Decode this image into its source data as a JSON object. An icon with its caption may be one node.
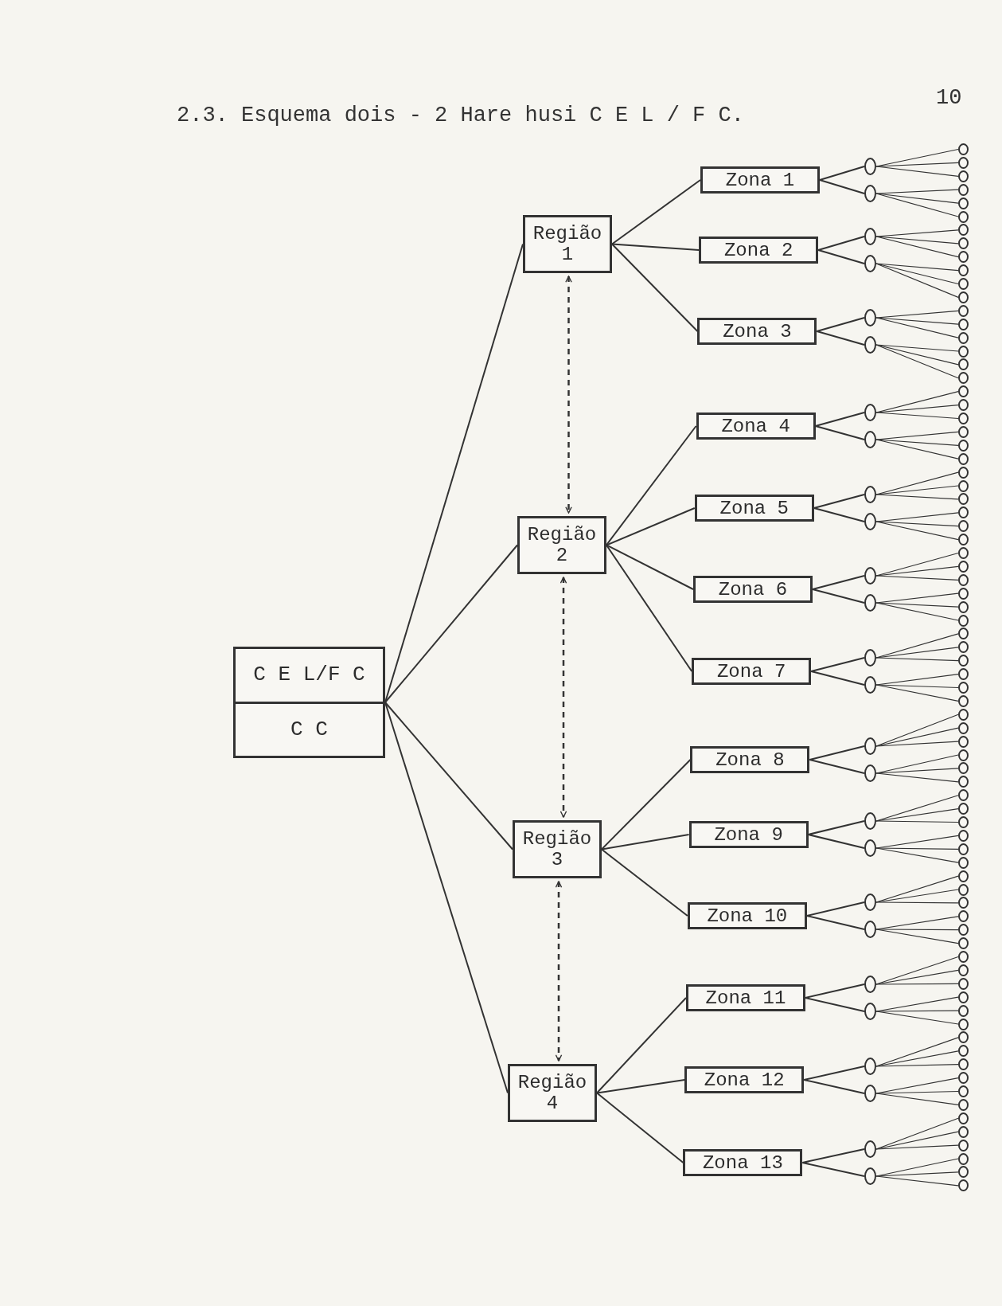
{
  "diagram": {
    "title": "2.3. Esquema dois - 2 Hare husi C E L / F C.",
    "nodes": [
      {
        "text": [
          "C E L/F C",
          "C C"
        ]
      },
      {
        "text": [
          "Região 1"
        ]
      },
      {
        "text": [
          "Região 2"
        ]
      },
      {
        "text": [
          "Região 3"
        ]
      },
      {
        "text": [
          "Região 4"
        ]
      },
      {
        "text": [
          "Zona 1"
        ]
      },
      {
        "text": [
          "Zona 2"
        ]
      },
      {
        "text": [
          "Zona 3"
        ]
      },
      {
        "text": [
          "Zona 4"
        ]
      },
      {
        "text": [
          "Zona 5"
        ]
      },
      {
        "text": [
          "Zona 6"
        ]
      },
      {
        "text": [
          "Zona 7"
        ]
      },
      {
        "text": [
          "Zona 8"
        ]
      },
      {
        "text": [
          "Zona 9"
        ]
      },
      {
        "text": [
          "Zona 10"
        ]
      },
      {
        "text": [
          "Zona 11"
        ]
      },
      {
        "text": [
          "Zona 12"
        ]
      },
      {
        "text": [
          "Zona 13"
        ]
      },
      {
        "text": [],
        "shape": "circle"
      },
      {
        "text": [],
        "shape": "circle"
      },
      {
        "text": [],
        "shape": "circle"
      },
      {
        "text": [],
        "shape": "circle"
      },
      {
        "text": [],
        "shape": "circle"
      },
      {
        "text": [],
        "shape": "circle"
      },
      {
        "text": [],
        "shape": "circle"
      },
      {
        "text": [],
        "shape": "circle"
      },
      {
        "text": [],
        "shape": "circle"
      },
      {
        "text": [],
        "shape": "circle"
      },
      {
        "text": [],
        "shape": "circle"
      },
      {
        "text": [],
        "shape": "circle"
      },
      {
        "text": [],
        "shape": "circle"
      },
      {
        "text": [],
        "shape": "circle"
      },
      {
        "text": [],
        "shape": "circle"
      },
      {
        "text": [],
        "shape": "circle"
      },
      {
        "text": [],
        "shape": "circle"
      },
      {
        "text": [],
        "shape": "circle"
      },
      {
        "text": [],
        "shape": "circle"
      },
      {
        "text": [],
        "shape": "circle"
      },
      {
        "text": [],
        "shape": "circle"
      },
      {
        "text": [],
        "shape": "circle"
      },
      {
        "text": [],
        "shape": "circle"
      },
      {
        "text": [],
        "shape": "circle"
      },
      {
        "text": [],
        "shape": "circle"
      },
      {
        "text": [],
        "shape": "circle"
      },
      {
        "text": [],
        "shape": "circle"
      },
      {
        "text": [],
        "shape": "circle"
      },
      {
        "text": [],
        "shape": "circle"
      },
      {
        "text": [],
        "shape": "circle"
      },
      {
        "text": [],
        "shape": "circle"
      },
      {
        "text": [],
        "shape": "circle"
      },
      {
        "text": [],
        "shape": "circle"
      },
      {
        "text": [],
        "shape": "circle"
      },
      {
        "text": [],
        "shape": "circle"
      },
      {
        "text": [],
        "shape": "circle"
      },
      {
        "text": [],
        "shape": "circle"
      },
      {
        "text": [],
        "shape": "circle"
      },
      {
        "text": [],
        "shape": "circle"
      },
      {
        "text": [],
        "shape": "circle"
      },
      {
        "text": [],
        "shape": "circle"
      },
      {
        "text": [],
        "shape": "circle"
      },
      {
        "text": [],
        "shape": "circle"
      },
      {
        "text": [],
        "shape": "circle"
      },
      {
        "text": [],
        "shape": "circle"
      },
      {
        "text": [],
        "shape": "circle"
      },
      {
        "text": [],
        "shape": "circle"
      },
      {
        "text": [],
        "shape": "circle"
      },
      {
        "text": [],
        "shape": "circle"
      },
      {
        "text": [],
        "shape": "circle"
      },
      {
        "text": [],
        "shape": "circle"
      },
      {
        "text": [],
        "shape": "circle"
      },
      {
        "text": [],
        "shape": "circle"
      },
      {
        "text": [],
        "shape": "circle"
      },
      {
        "text": [],
        "shape": "circle"
      },
      {
        "text": [],
        "shape": "circle"
      },
      {
        "text": [],
        "shape": "circle"
      },
      {
        "text": [],
        "shape": "circle"
      },
      {
        "text": [],
        "shape": "circle"
      },
      {
        "text": [],
        "shape": "circle"
      },
      {
        "text": [],
        "shape": "circle"
      },
      {
        "text": [],
        "shape": "circle"
      },
      {
        "text": [],
        "shape": "circle"
      },
      {
        "text": [],
        "shape": "circle"
      },
      {
        "text": [],
        "shape": "circle"
      },
      {
        "text": [],
        "shape": "circle"
      },
      {
        "text": [],
        "shape": "circle"
      },
      {
        "text": [],
        "shape": "circle"
      },
      {
        "text": [],
        "shape": "circle"
      },
      {
        "text": [],
        "shape": "circle"
      },
      {
        "text": [],
        "shape": "circle"
      },
      {
        "text": [],
        "shape": "circle"
      },
      {
        "text": [],
        "shape": "circle"
      },
      {
        "text": [],
        "shape": "circle"
      },
      {
        "text": [],
        "shape": "circle"
      },
      {
        "text": [],
        "shape": "circle"
      },
      {
        "text": [],
        "shape": "circle"
      },
      {
        "text": [],
        "shape": "circle"
      },
      {
        "text": [],
        "shape": "circle"
      },
      {
        "text": [],
        "shape": "circle"
      },
      {
        "text": [],
        "shape": "circle"
      },
      {
        "text": [],
        "shape": "circle"
      },
      {
        "text": [],
        "shape": "circle"
      },
      {
        "text": [],
        "shape": "circle"
      },
      {
        "text": [],
        "shape": "circle"
      },
      {
        "text": [],
        "shape": "circle"
      },
      {
        "text": [],
        "shape": "circle"
      },
      {
        "text": [],
        "shape": "circle"
      },
      {
        "text": [],
        "shape": "circle"
      },
      {
        "text": [],
        "shape": "circle"
      },
      {
        "text": [],
        "shape": "circle"
      },
      {
        "text": [],
        "shape": "circle"
      },
      {
        "text": [],
        "shape": "circle"
      },
      {
        "text": [],
        "shape": "circle"
      },
      {
        "text": [],
        "shape": "circle"
      },
      {
        "text": [],
        "shape": "circle"
      },
      {
        "text": [],
        "shape": "circle"
      },
      {
        "text": [],
        "shape": "circle"
      },
      {
        "text": [],
        "shape": "circle"
      },
      {
        "text": [],
        "shape": "circle"
      },
      {
        "text": [],
        "shape": "circle"
      },
      {
        "text": [],
        "shape": "circle"
      },
      {
        "text": [],
        "shape": "circle"
      },
      {
        "text": [],
        "shape": "circle"
      }
    ],
    "edges": [
      {
        "from": 0,
        "to": 1,
        "arrow": "none"
      },
      {
        "from": 0,
        "to": 2,
        "arrow": "none"
      },
      {
        "from": 0,
        "to": 3,
        "arrow": "none"
      },
      {
        "from": 0,
        "to": 4,
        "arrow": "none"
      },
      {
        "from": 1,
        "to": 5,
        "arrow": "none"
      },
      {
        "from": 1,
        "to": 6,
        "arrow": "none"
      },
      {
        "from": 1,
        "to": 7,
        "arrow": "none"
      },
      {
        "from": 2,
        "to": 8,
        "arrow": "none"
      },
      {
        "from": 2,
        "to": 9,
        "arrow": "none"
      },
      {
        "from": 2,
        "to": 10,
        "arrow": "none"
      },
      {
        "from": 2,
        "to": 11,
        "arrow": "none"
      },
      {
        "from": 3,
        "to": 12,
        "arrow": "none"
      },
      {
        "from": 3,
        "to": 13,
        "arrow": "none"
      },
      {
        "from": 3,
        "to": 14,
        "arrow": "none"
      },
      {
        "from": 4,
        "to": 15,
        "arrow": "none"
      },
      {
        "from": 4,
        "to": 16,
        "arrow": "none"
      },
      {
        "from": 4,
        "to": 17,
        "arrow": "none"
      },
      {
        "from": 5,
        "to": 18,
        "arrow": "none"
      },
      {
        "from": 5,
        "to": 19,
        "arrow": "none"
      },
      {
        "from": 6,
        "to": 20,
        "arrow": "none"
      },
      {
        "from": 6,
        "to": 21,
        "arrow": "none"
      },
      {
        "from": 7,
        "to": 22,
        "arrow": "none"
      },
      {
        "from": 7,
        "to": 23,
        "arrow": "none"
      },
      {
        "from": 8,
        "to": 24,
        "arrow": "none"
      },
      {
        "from": 8,
        "to": 25,
        "arrow": "none"
      },
      {
        "from": 9,
        "to": 26,
        "arrow": "none"
      },
      {
        "from": 9,
        "to": 27,
        "arrow": "none"
      },
      {
        "from": 10,
        "to": 28,
        "arrow": "none"
      },
      {
        "from": 10,
        "to": 29,
        "arrow": "none"
      },
      {
        "from": 11,
        "to": 30,
        "arrow": "none"
      },
      {
        "from": 11,
        "to": 31,
        "arrow": "none"
      },
      {
        "from": 12,
        "to": 32,
        "arrow": "none"
      },
      {
        "from": 12,
        "to": 33,
        "arrow": "none"
      },
      {
        "from": 13,
        "to": 34,
        "arrow": "none"
      },
      {
        "from": 13,
        "to": 35,
        "arrow": "none"
      },
      {
        "from": 14,
        "to": 36,
        "arrow": "none"
      },
      {
        "from": 14,
        "to": 37,
        "arrow": "none"
      },
      {
        "from": 15,
        "to": 38,
        "arrow": "none"
      },
      {
        "from": 15,
        "to": 39,
        "arrow": "none"
      },
      {
        "from": 16,
        "to": 40,
        "arrow": "none"
      },
      {
        "from": 16,
        "to": 41,
        "arrow": "none"
      },
      {
        "from": 17,
        "to": 42,
        "arrow": "none"
      },
      {
        "from": 17,
        "to": 43,
        "arrow": "none"
      },
      {
        "from": 18,
        "to": 44,
        "arrow": "none"
      },
      {
        "from": 18,
        "to": 45,
        "arrow": "none"
      },
      {
        "from": 18,
        "to": 46,
        "arrow": "none"
      },
      {
        "from": 19,
        "to": 47,
        "arrow": "none"
      },
      {
        "from": 19,
        "to": 48,
        "arrow": "none"
      },
      {
        "from": 19,
        "to": 49,
        "arrow": "none"
      },
      {
        "from": 20,
        "to": 50,
        "arrow": "none"
      },
      {
        "from": 20,
        "to": 51,
        "arrow": "none"
      },
      {
        "from": 20,
        "to": 52,
        "arrow": "none"
      },
      {
        "from": 21,
        "to": 53,
        "arrow": "none"
      },
      {
        "from": 21,
        "to": 54,
        "arrow": "none"
      },
      {
        "from": 21,
        "to": 55,
        "arrow": "none"
      },
      {
        "from": 22,
        "to": 56,
        "arrow": "none"
      },
      {
        "from": 22,
        "to": 57,
        "arrow": "none"
      },
      {
        "from": 22,
        "to": 58,
        "arrow": "none"
      },
      {
        "from": 23,
        "to": 59,
        "arrow": "none"
      },
      {
        "from": 23,
        "to": 60,
        "arrow": "none"
      },
      {
        "from": 23,
        "to": 61,
        "arrow": "none"
      },
      {
        "from": 24,
        "to": 62,
        "arrow": "none"
      },
      {
        "from": 24,
        "to": 63,
        "arrow": "none"
      },
      {
        "from": 24,
        "to": 64,
        "arrow": "none"
      },
      {
        "from": 25,
        "to": 65,
        "arrow": "none"
      },
      {
        "from": 25,
        "to": 66,
        "arrow": "none"
      },
      {
        "from": 25,
        "to": 67,
        "arrow": "none"
      },
      {
        "from": 26,
        "to": 68,
        "arrow": "none"
      },
      {
        "from": 26,
        "to": 69,
        "arrow": "none"
      },
      {
        "from": 26,
        "to": 70,
        "arrow": "none"
      },
      {
        "from": 27,
        "to": 71,
        "arrow": "none"
      },
      {
        "from": 27,
        "to": 72,
        "arrow": "none"
      },
      {
        "from": 27,
        "to": 73,
        "arrow": "none"
      },
      {
        "from": 28,
        "to": 74,
        "arrow": "none"
      },
      {
        "from": 28,
        "to": 75,
        "arrow": "none"
      },
      {
        "from": 28,
        "to": 76,
        "arrow": "none"
      },
      {
        "from": 29,
        "to": 77,
        "arrow": "none"
      },
      {
        "from": 29,
        "to": 78,
        "arrow": "none"
      },
      {
        "from": 29,
        "to": 79,
        "arrow": "none"
      },
      {
        "from": 30,
        "to": 80,
        "arrow": "none"
      },
      {
        "from": 30,
        "to": 81,
        "arrow": "none"
      },
      {
        "from": 30,
        "to": 82,
        "arrow": "none"
      },
      {
        "from": 31,
        "to": 83,
        "arrow": "none"
      },
      {
        "from": 31,
        "to": 84,
        "arrow": "none"
      },
      {
        "from": 31,
        "to": 85,
        "arrow": "none"
      },
      {
        "from": 32,
        "to": 86,
        "arrow": "none"
      },
      {
        "from": 32,
        "to": 87,
        "arrow": "none"
      },
      {
        "from": 32,
        "to": 88,
        "arrow": "none"
      },
      {
        "from": 33,
        "to": 89,
        "arrow": "none"
      },
      {
        "from": 33,
        "to": 90,
        "arrow": "none"
      },
      {
        "from": 33,
        "to": 91,
        "arrow": "none"
      },
      {
        "from": 34,
        "to": 92,
        "arrow": "none"
      },
      {
        "from": 34,
        "to": 93,
        "arrow": "none"
      },
      {
        "from": 34,
        "to": 94,
        "arrow": "none"
      },
      {
        "from": 35,
        "to": 95,
        "arrow": "none"
      },
      {
        "from": 35,
        "to": 96,
        "arrow": "none"
      },
      {
        "from": 35,
        "to": 97,
        "arrow": "none"
      },
      {
        "from": 36,
        "to": 98,
        "arrow": "none"
      },
      {
        "from": 36,
        "to": 99,
        "arrow": "none"
      },
      {
        "from": 36,
        "to": 100,
        "arrow": "none"
      },
      {
        "from": 37,
        "to": 101,
        "arrow": "none"
      },
      {
        "from": 37,
        "to": 102,
        "arrow": "none"
      },
      {
        "from": 37,
        "to": 103,
        "arrow": "none"
      },
      {
        "from": 38,
        "to": 104,
        "arrow": "none"
      },
      {
        "from": 38,
        "to": 105,
        "arrow": "none"
      },
      {
        "from": 38,
        "to": 106,
        "arrow": "none"
      },
      {
        "from": 39,
        "to": 107,
        "arrow": "none"
      },
      {
        "from": 39,
        "to": 108,
        "arrow": "none"
      },
      {
        "from": 39,
        "to": 109,
        "arrow": "none"
      },
      {
        "from": 40,
        "to": 110,
        "arrow": "none"
      },
      {
        "from": 40,
        "to": 111,
        "arrow": "none"
      },
      {
        "from": 40,
        "to": 112,
        "arrow": "none"
      },
      {
        "from": 41,
        "to": 113,
        "arrow": "none"
      },
      {
        "from": 41,
        "to": 114,
        "arrow": "none"
      },
      {
        "from": 41,
        "to": 115,
        "arrow": "none"
      },
      {
        "from": 42,
        "to": 116,
        "arrow": "none"
      },
      {
        "from": 42,
        "to": 117,
        "arrow": "none"
      },
      {
        "from": 42,
        "to": 118,
        "arrow": "none"
      },
      {
        "from": 43,
        "to": 119,
        "arrow": "none"
      },
      {
        "from": 43,
        "to": 120,
        "arrow": "none"
      },
      {
        "from": 43,
        "to": 121,
        "arrow": "none"
      },
      {
        "from": 1,
        "to": 2,
        "arrow": "both",
        "style": "dashed"
      },
      {
        "from": 2,
        "to": 3,
        "arrow": "both",
        "style": "dashed"
      },
      {
        "from": 3,
        "to": 4,
        "arrow": "both",
        "style": "dashed"
      }
    ],
    "labels": [
      "10"
    ]
  }
}
